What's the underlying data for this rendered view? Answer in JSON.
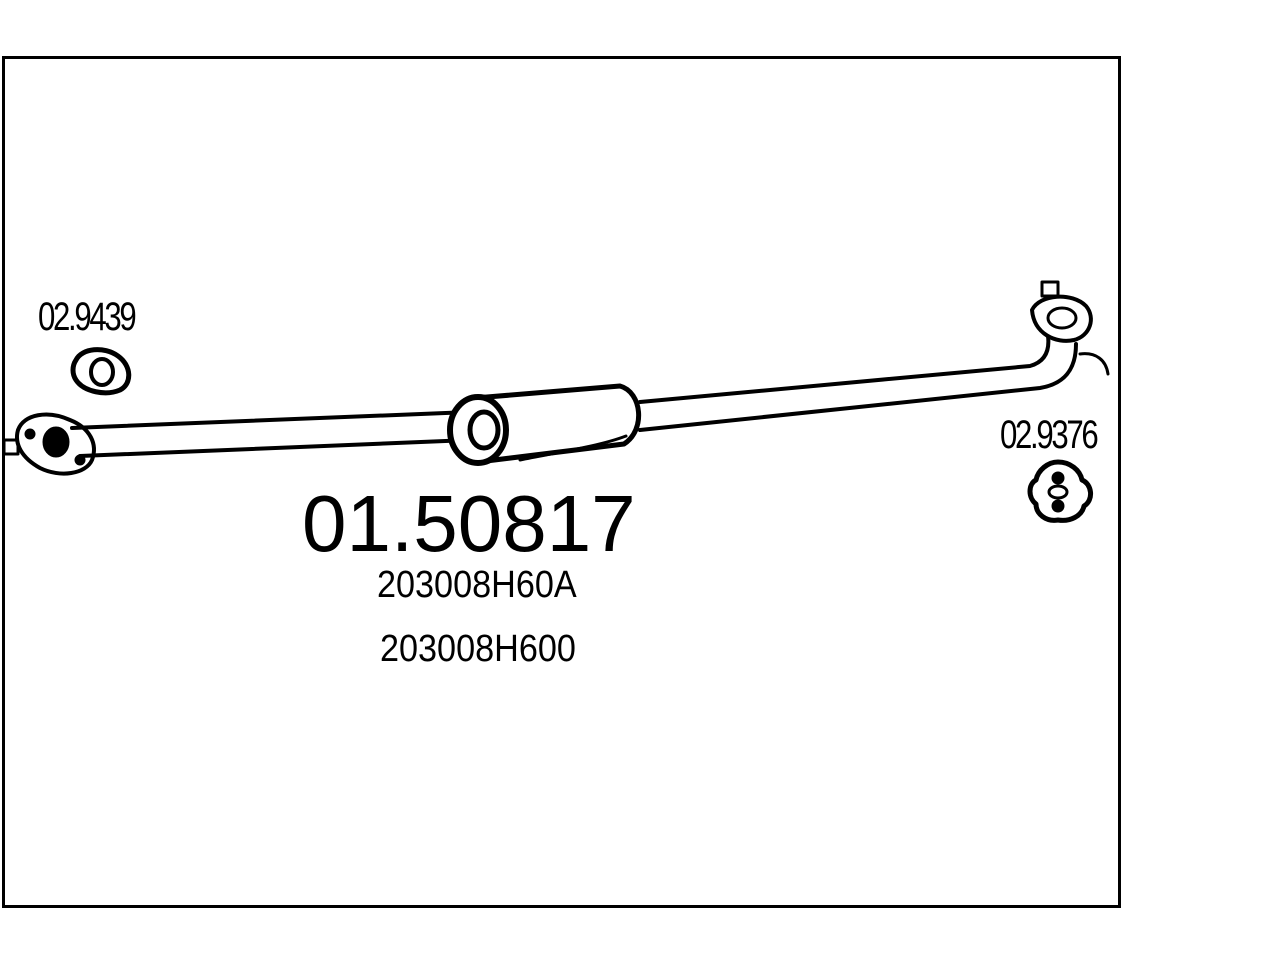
{
  "diagram": {
    "main_part_number": "01.50817",
    "oem_numbers": [
      "203008H60A",
      "203008H600"
    ],
    "accessories": {
      "gasket": {
        "part_number": "02.9439",
        "icon": "gasket-icon"
      },
      "hanger": {
        "part_number": "02.9376",
        "icon": "rubber-hanger-icon"
      }
    },
    "colors": {
      "line": "#000000",
      "background": "#ffffff"
    }
  }
}
